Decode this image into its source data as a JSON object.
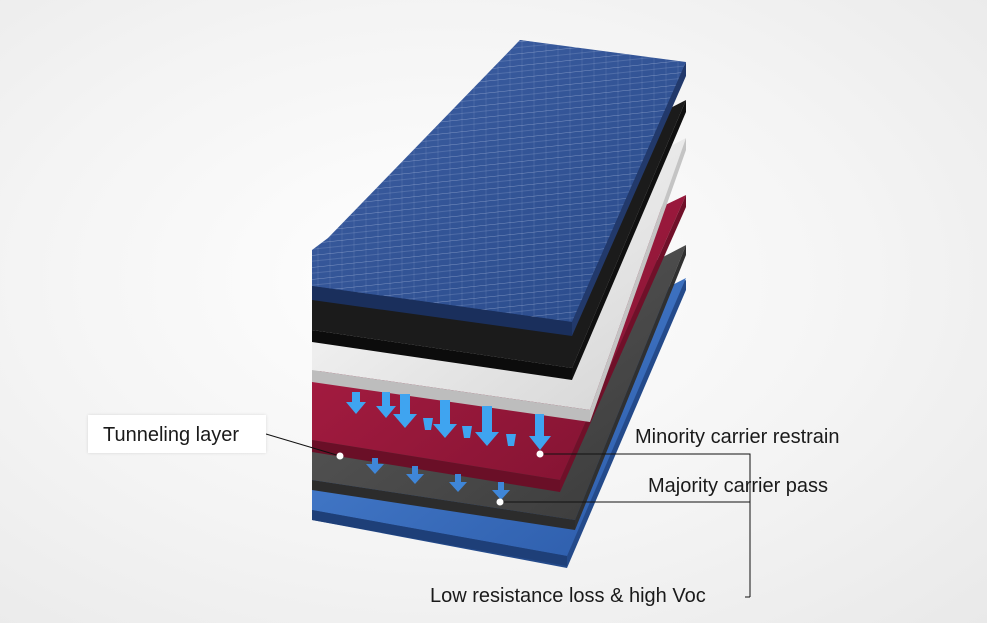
{
  "labels": {
    "tunneling_layer": "Tunneling layer",
    "minority_carrier": "Minority carrier restrain",
    "majority_carrier": "Majority carrier pass",
    "low_resistance": "Low resistance loss & high Voc"
  },
  "colors": {
    "cell_blue": "#2f4f8f",
    "cell_side": "#1d3566",
    "black_layer": "#1b1b1b",
    "white_layer": "#ebebeb",
    "red_layer": "#9e1a3c",
    "gray_layer": "#4a4a4a",
    "blue_layer": "#3a72c4",
    "arrow_blue": "#3fa4f0"
  }
}
